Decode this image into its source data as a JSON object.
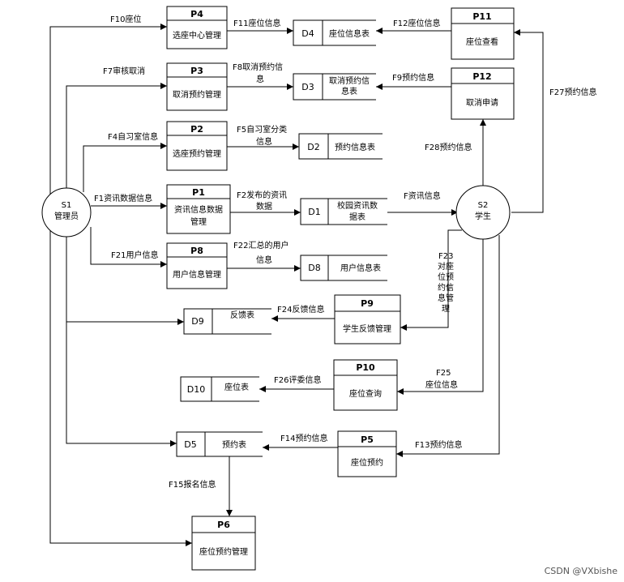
{
  "entities": {
    "s1": {
      "id": "S1",
      "name": "管理员"
    },
    "s2": {
      "id": "S2",
      "name": "学生"
    }
  },
  "processes": {
    "p4": {
      "id": "P4",
      "name": "选座中心管理"
    },
    "p3": {
      "id": "P3",
      "name": "取消预约管理"
    },
    "p2": {
      "id": "P2",
      "name": "选座预约管理"
    },
    "p1": {
      "id": "P1",
      "name_line1": "资讯信息数据",
      "name_line2": "管理"
    },
    "p8": {
      "id": "P8",
      "name": "用户信息管理"
    },
    "p11": {
      "id": "P11",
      "name": "座位查看"
    },
    "p12": {
      "id": "P12",
      "name": "取消申请"
    },
    "p9": {
      "id": "P9",
      "name": "学生反馈管理"
    },
    "p10": {
      "id": "P10",
      "name": "座位查询"
    },
    "p5": {
      "id": "P5",
      "name": "座位预约"
    },
    "p6": {
      "id": "P6",
      "name": "座位预约管理"
    }
  },
  "stores": {
    "d4": {
      "id": "D4",
      "name": "座位信息表"
    },
    "d3": {
      "id": "D3",
      "name_line1": "取消预约信",
      "name_line2": "息表"
    },
    "d2": {
      "id": "D2",
      "name": "预约信息表"
    },
    "d1": {
      "id": "D1",
      "name_line1": "校园资讯数",
      "name_line2": "据表"
    },
    "d8": {
      "id": "D8",
      "name": "用户信息表"
    },
    "d9": {
      "id": "D9",
      "name": "反馈表"
    },
    "d10": {
      "id": "D10",
      "name": "座位表"
    },
    "d5": {
      "id": "D5",
      "name": "预约表"
    }
  },
  "flows": {
    "f10": "F10座位",
    "f11": "F11座位信息",
    "f12": "F12座位信息",
    "f7": "F7审核取消",
    "f8_l1": "F8取消预约信",
    "f8_l2": "息",
    "f9": "F9预约信息",
    "f27": "F27预约信息",
    "f4": "F4自习室信息",
    "f5_l1": "F5自习室分类",
    "f5_l2": "信息",
    "f28": "F28预约信息",
    "f1": "F1资讯数据信息",
    "f2_l1": "F2发布的资讯",
    "f2_l2": "数据",
    "f_news": "F资讯信息",
    "f21": "F21用户信息",
    "f22_l1": "F22汇总的用户",
    "f22_l2": "信息",
    "f23": [
      "F23",
      "对座",
      "位预",
      "约信",
      "息管",
      "理"
    ],
    "f24": "F24反馈信息",
    "f25_l1": "F25",
    "f25_l2": "座位信息",
    "f26": "F26评委信息",
    "f14": "F14预约信息",
    "f13": "F13预约信息",
    "f15": "F15报名信息"
  },
  "watermark": "CSDN @VXbishe"
}
